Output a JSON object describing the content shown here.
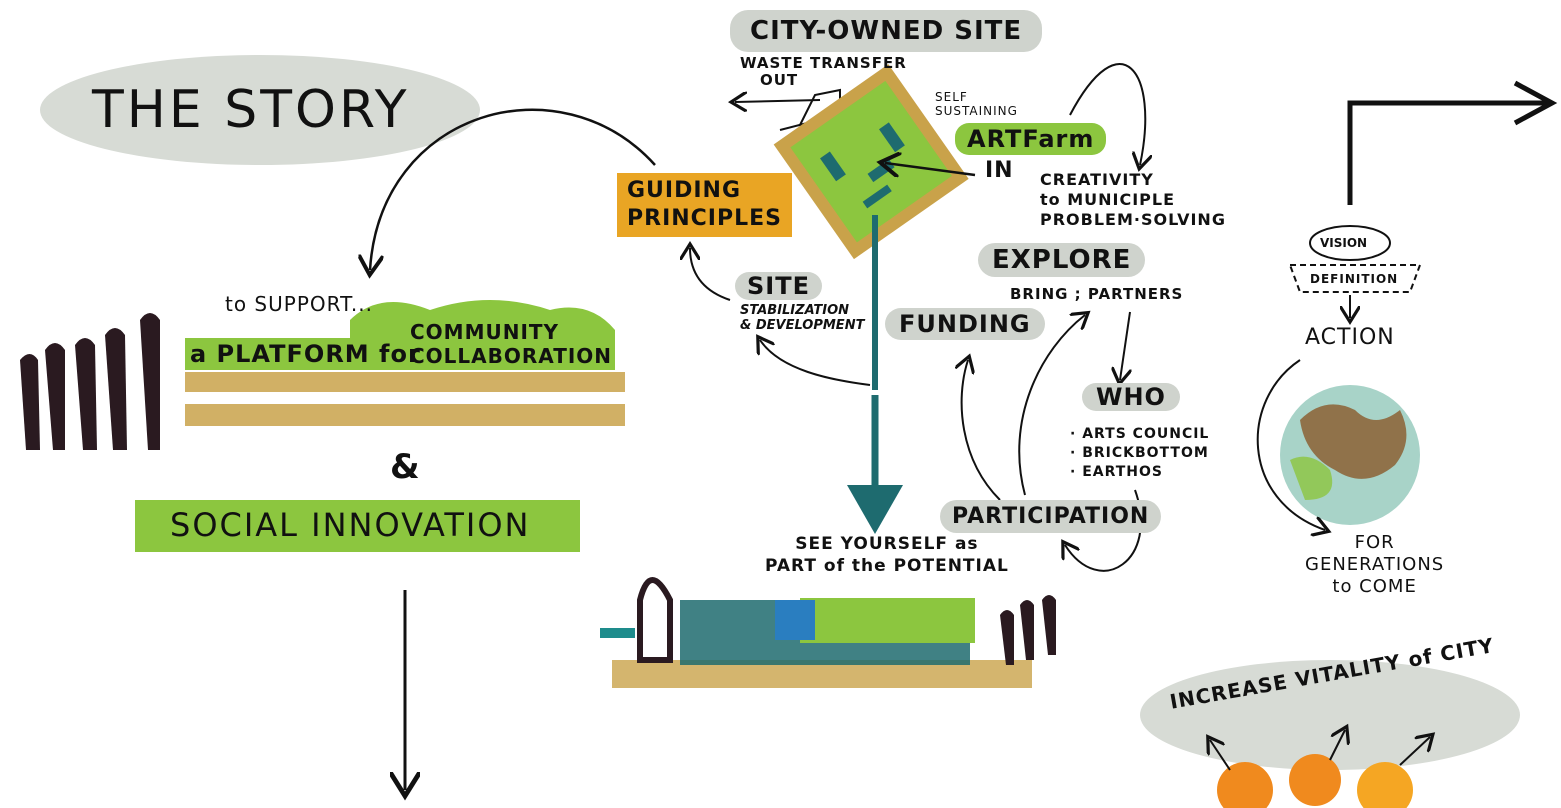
{
  "title": "THE STORY",
  "site_tag": "CITY-OWNED SITE",
  "waste_transfer": {
    "line1": "WASTE TRANSFER",
    "line2": "OUT"
  },
  "self_sustaining": {
    "line1": "SELF",
    "line2": "SUSTAINING"
  },
  "artfarm": "ARTFarm",
  "artfarm_in": "IN",
  "guiding_principles": {
    "line1": "GUIDING",
    "line2": "PRINCIPLES"
  },
  "creativity": {
    "line1": "CREATIVITY",
    "line2": "to MUNICIPLE",
    "line3": "PROBLEM·SOLVING"
  },
  "explore": {
    "title": "EXPLORE",
    "sub": "BRING ; PARTNERS"
  },
  "site_block": {
    "title": "SITE",
    "line1": "STABILIZATION",
    "line2": "& DEVELOPMENT"
  },
  "funding": "FUNDING",
  "who": {
    "title": "WHO",
    "items": [
      "· ARTS COUNCIL",
      "· BRICKBOTTOM",
      "· EARTHOS"
    ]
  },
  "participation": "PARTICIPATION",
  "support": {
    "intro": "to SUPPORT...",
    "platform": "a PLATFORM for",
    "community": "COMMUNITY",
    "collaboration": "COLLABORATION"
  },
  "ampersand": "&",
  "social_innovation": "SOCIAL INNOVATION",
  "see_yourself": {
    "line1": "SEE YOURSELF as",
    "line2": "PART of the POTENTIAL"
  },
  "vision": "VISION",
  "definition": "DEFINITION",
  "action": "ACTION",
  "generations": {
    "line1": "FOR",
    "line2": "GENERATIONS",
    "line3": "to COME"
  },
  "vitality": "INCREASE VITALITY of CITY",
  "colors": {
    "green": "#8cc63f",
    "gray": "#cfd3cd",
    "orange": "#e9a524",
    "teal": "#1e6b6f",
    "tan": "#c9a24a"
  }
}
